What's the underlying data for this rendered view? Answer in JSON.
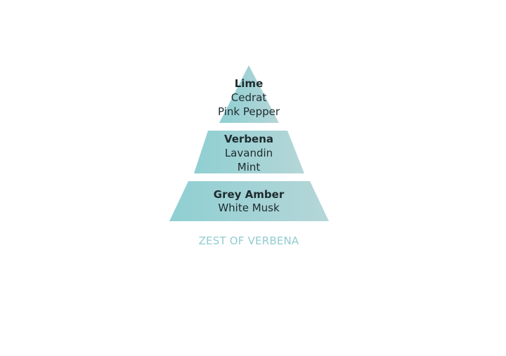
{
  "colors": {
    "tier_fill_left": "#8fcfd2",
    "tier_fill_right": "#b5d6d8",
    "text": "#1e2b2f",
    "caption": "#92cbd0"
  },
  "pyramid": {
    "top": {
      "notes": [
        "Lime",
        "Cedrat",
        "Pink Pepper"
      ]
    },
    "middle": {
      "notes": [
        "Verbena",
        "Lavandin",
        "Mint"
      ]
    },
    "base": {
      "notes": [
        "Grey Amber",
        "White Musk"
      ]
    }
  },
  "caption": "ZEST OF VERBENA"
}
